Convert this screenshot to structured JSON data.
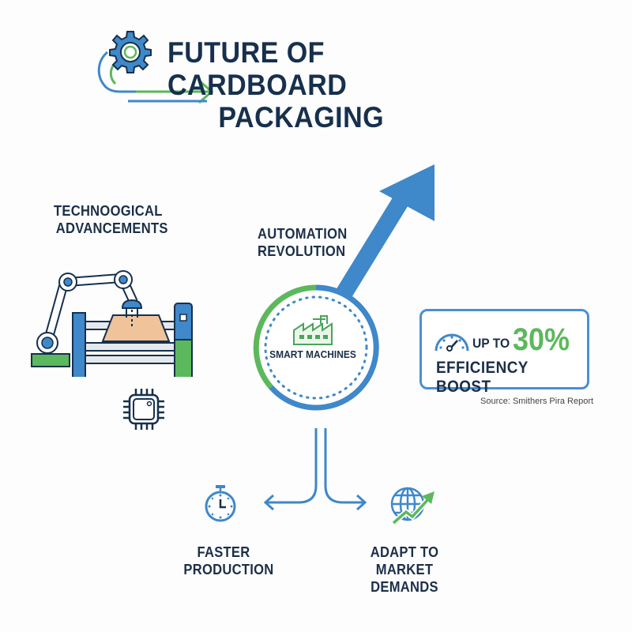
{
  "header": {
    "title_line1": "FUTURE OF CARDBOARD",
    "title_line2": "PACKAGING",
    "icon": "gear-icon"
  },
  "sections": {
    "tech": {
      "title_line1": "TECHNOOGICAL",
      "title_line2": "ADVANCEMENTS",
      "icons": [
        "robotic-arm-machine-icon",
        "microchip-icon"
      ]
    },
    "automation": {
      "title_line1": "AUTOMATION",
      "title_line2": "REVOLUTION",
      "hub_label": "SMART MACHINES",
      "hub_icon": "factory-icon",
      "trend_icon": "upward-arrow-icon"
    },
    "stat": {
      "prefix": "UP TO",
      "value": "30%",
      "caption": "EFFICIENCY BOOST",
      "icon": "speedometer-icon",
      "source": "Source: Smithers Pira Report"
    },
    "outcomes": [
      {
        "line1": "FASTER",
        "line2": "PRODUCTION",
        "icon": "stopwatch-icon"
      },
      {
        "line1": "ADAPT TO",
        "line2": "MARKET DEMANDS",
        "icon": "globe-growth-icon"
      }
    ]
  },
  "colors": {
    "navy": "#16304d",
    "blue": "#3f88c9",
    "green": "#5cb85c",
    "tan": "#f0c39a"
  }
}
